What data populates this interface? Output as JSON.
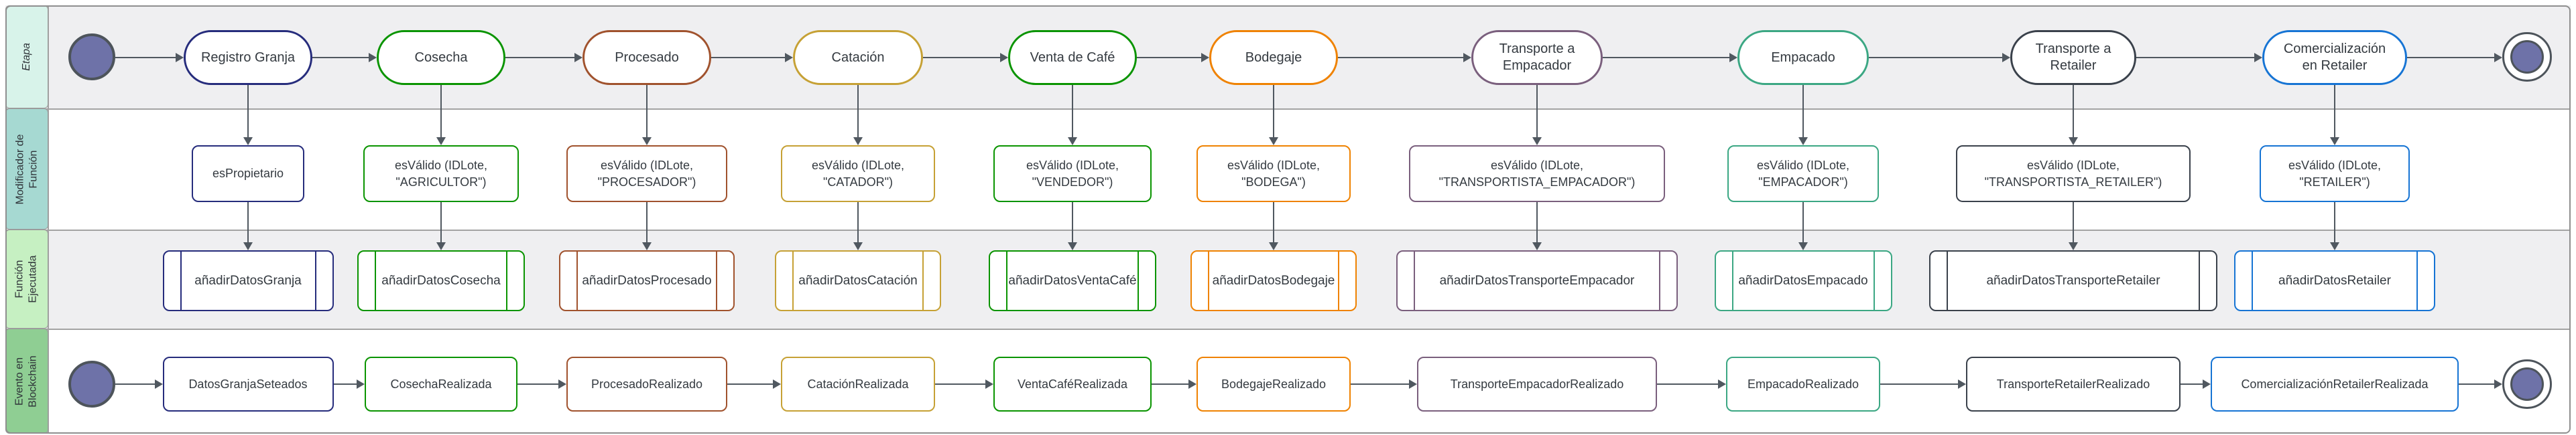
{
  "lanes": [
    {
      "label": "Etapa",
      "color": "#D8F3EA"
    },
    {
      "label": "Modificador de\nFunción",
      "color": "#A6D9D2"
    },
    {
      "label": "Función\nEjecutada",
      "color": "#C6F0C2"
    },
    {
      "label": "Evento en\nBlockchain",
      "color": "#8FCE93"
    }
  ],
  "columns": [
    {
      "stage": "Registro Granja",
      "modifier": "esPropietario",
      "function": "añadirDatosGranja",
      "event": "DatosGranjaSeteados",
      "color": "#262C7C"
    },
    {
      "stage": "Cosecha",
      "modifier": "esVálido (IDLote,\n\"AGRICULTOR\")",
      "function": "añadirDatosCosecha",
      "event": "CosechaRealizada",
      "color": "#0A9400"
    },
    {
      "stage": "Procesado",
      "modifier": "esVálido (IDLote,\n\"PROCESADOR\")",
      "function": "añadirDatosProcesado",
      "event": "ProcesadoRealizado",
      "color": "#A0522D"
    },
    {
      "stage": "Catación",
      "modifier": "esVálido (IDLote,\n\"CATADOR\")",
      "function": "añadirDatosCatación",
      "event": "CataciónRealizada",
      "color": "#C6A135"
    },
    {
      "stage": "Venta de Café",
      "modifier": "esVálido (IDLote,\n\"VENDEDOR\")",
      "function": "añadirDatosVentaCafé",
      "event": "VentaCaféRealizada",
      "color": "#0A9400"
    },
    {
      "stage": "Bodegaje",
      "modifier": "esVálido (IDLote,\n\"BODEGA\")",
      "function": "añadirDatosBodegaje",
      "event": "BodegajeRealizado",
      "color": "#EF8201"
    },
    {
      "stage": "Transporte a\nEmpacador",
      "modifier": "esVálido (IDLote,\n\"TRANSPORTISTA_EMPACADOR\")",
      "function": "añadirDatosTransporteEmpacador",
      "event": "TransporteEmpacadorRealizado",
      "color": "#7A5F7D"
    },
    {
      "stage": "Empacado",
      "modifier": "esVálido (IDLote,\n\"EMPACADOR\")",
      "function": "añadirDatosEmpacado",
      "event": "EmpacadoRealizado",
      "color": "#3BA783"
    },
    {
      "stage": "Transporte a\nRetailer",
      "modifier": "esVálido (IDLote,\n\"TRANSPORTISTA_RETAILER\")",
      "function": "añadirDatosTransporteRetailer",
      "event": "TransporteRetailerRealizado",
      "color": "#3A414B"
    },
    {
      "stage": "Comercialización\nen Retailer",
      "modifier": "esVálido (IDLote,\n\"RETAILER\")",
      "function": "añadirDatosRetailer",
      "event": "ComercializaciónRetailerRealizada",
      "color": "#1674D4"
    }
  ],
  "colors": {
    "arrow": "#505860",
    "text": "#343A40",
    "circle_fill": "#6E72A8",
    "circle_stroke": "#4D545B",
    "lane_divider": "#A3A3A3",
    "row_alt_bg": "#EFEFF1",
    "row_bg": "#FFFFFF"
  }
}
